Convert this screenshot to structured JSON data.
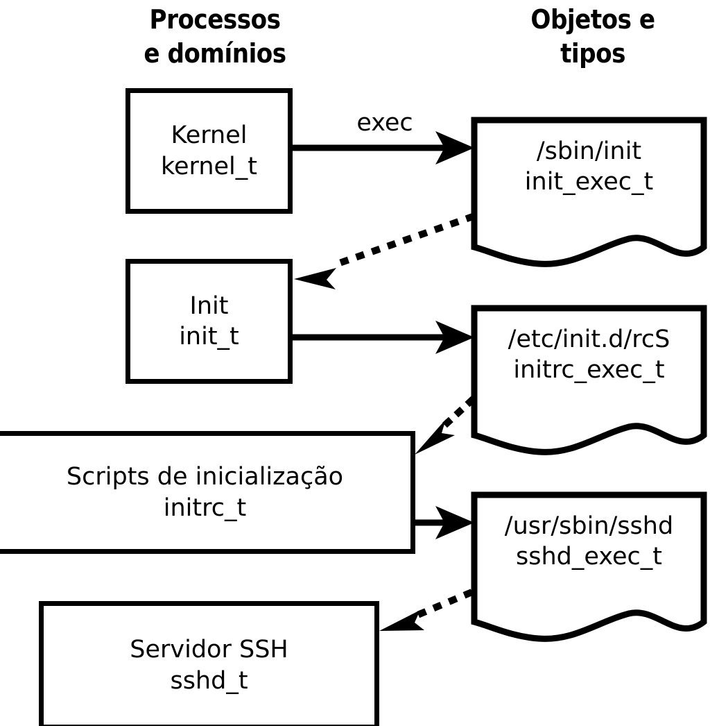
{
  "diagram": {
    "title_columns": {
      "processes": "Processos\ne domínios",
      "objects": "Objetos e\ntipos"
    },
    "colors": {
      "stroke": "#000000",
      "fill": "#ffffff",
      "text": "#000000"
    },
    "process_nodes": [
      {
        "id": "kernel",
        "line1": "Kernel",
        "line2": "kernel_t"
      },
      {
        "id": "init",
        "line1": "Init",
        "line2": "init_t"
      },
      {
        "id": "initrc",
        "line1": "Scripts de inicialização",
        "line2": "initrc_t"
      },
      {
        "id": "sshd",
        "line1": "Servidor SSH",
        "line2": "sshd_t"
      }
    ],
    "object_nodes": [
      {
        "id": "init_exec",
        "line1": "/sbin/init",
        "line2": "init_exec_t"
      },
      {
        "id": "initrc_exec",
        "line1": "/etc/init.d/rcS",
        "line2": "initrc_exec_t"
      },
      {
        "id": "sshd_exec",
        "line1": "/usr/sbin/sshd",
        "line2": "sshd_exec_t"
      }
    ],
    "edges": [
      {
        "id": "exec-kernel-init",
        "from": "kernel",
        "to": "init_exec",
        "style": "solid",
        "label": "exec"
      },
      {
        "id": "transition-init",
        "from": "init_exec",
        "to": "init",
        "style": "dotted",
        "label": ""
      },
      {
        "id": "exec-init-initrc",
        "from": "init",
        "to": "initrc_exec",
        "style": "solid",
        "label": ""
      },
      {
        "id": "transition-initrc",
        "from": "initrc_exec",
        "to": "initrc",
        "style": "dotted",
        "label": ""
      },
      {
        "id": "exec-initrc-sshd",
        "from": "initrc",
        "to": "sshd_exec",
        "style": "solid",
        "label": ""
      },
      {
        "id": "transition-sshd",
        "from": "sshd_exec",
        "to": "sshd",
        "style": "dotted",
        "label": ""
      }
    ]
  }
}
